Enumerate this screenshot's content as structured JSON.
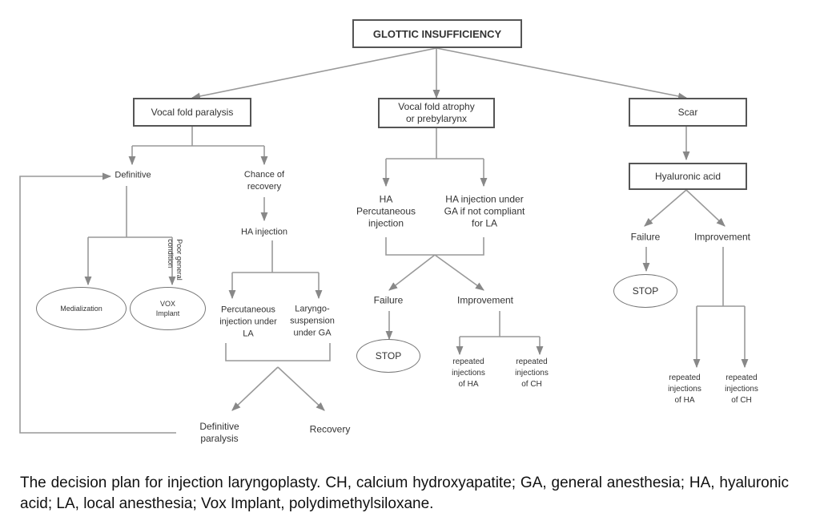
{
  "diagram": {
    "root": "GLOTTIC INSUFFICIENCY",
    "paralysis": {
      "title": "Vocal fold paralysis",
      "definitive": "Definitive",
      "chance_of_recovery": "Chance of\nrecovery",
      "ha_injection": "HA injection",
      "medialization": "Medialization",
      "vox_implant": "VOX\nImplant",
      "poor_condition": "Poor general\ncondition",
      "percutaneous_la": "Percutaneous\ninjection under\nLA",
      "laryngo_suspension": "Laryngo-\nsuspension\nunder GA",
      "definitive_paralysis": "Definitive\nparalysis",
      "recovery": "Recovery"
    },
    "atrophy": {
      "title": "Vocal fold atrophy\nor prebylarynx",
      "ha_percutaneous": "HA\nPercutaneous\ninjection",
      "ha_under_ga": "HA injection under\nGA if not compliant\nfor LA",
      "failure": "Failure",
      "improvement": "Improvement",
      "stop": "STOP",
      "repeated_ha": "repeated\ninjections\nof HA",
      "repeated_ch": "repeated\ninjections\nof CH"
    },
    "scar": {
      "title": "Scar",
      "hyaluronic_acid": "Hyaluronic acid",
      "failure": "Failure",
      "improvement": "Improvement",
      "stop": "STOP",
      "repeated_ha": "repeated\ninjections\nof HA",
      "repeated_ch": "repeated\ninjections\nof CH"
    }
  },
  "caption": "The decision plan for injection laryngoplasty. CH, calcium hydroxyapatite; GA, general anesthesia; HA, hyaluronic acid; LA, local anesthesia; Vox Implant, polydimethylsiloxane."
}
